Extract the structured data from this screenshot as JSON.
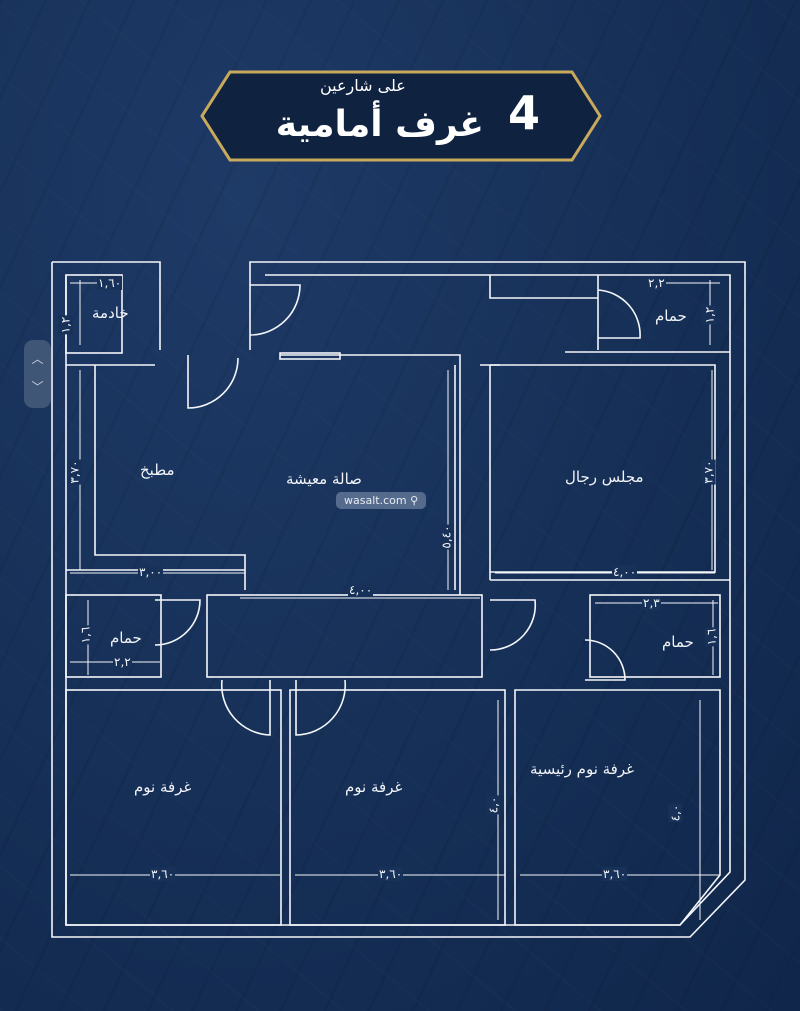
{
  "banner": {
    "number": "4",
    "main": "غرف أمامية",
    "sub": "على شارعين"
  },
  "rooms": {
    "maid": "خادمة",
    "kitchen": "مطبخ",
    "living": "صالة معيشة",
    "majlis": "مجلس رجال",
    "bath_top": "حمام",
    "bath_left": "حمام",
    "bath_right": "حمام",
    "bed1": "غرفة نوم",
    "bed2": "غرفة نوم",
    "master": "غرفة نوم رئيسية"
  },
  "dims": {
    "maid_w": "١,٦٠",
    "maid_h": "١,٢",
    "bath_top_w": "٢,٢",
    "bath_top_h": "١,٢",
    "kitchen_w": "٣,٠٠",
    "kitchen_h": "٣,٧٠",
    "living_w": "٤,٠٠",
    "living_h": "٥,٤٠",
    "majlis_w": "٤,٠٠",
    "majlis_h": "٣,٧٠",
    "bath_left_w": "٢,٢",
    "bath_left_h": "١,٦",
    "bath_right_w": "٢,٣",
    "bath_right_h": "١,٦",
    "bed1_w": "٣,٦٠",
    "bed2_w": "٣,٦٠",
    "master_w": "٣,٦٠",
    "bed2_h": "٤,٠",
    "master_h": "٤,٠"
  },
  "watermark": "wasalt.com",
  "colors": {
    "background": "#173159",
    "banner_fill": "#0f2240",
    "banner_border": "#c9a95c",
    "lines": "#ffffff"
  }
}
